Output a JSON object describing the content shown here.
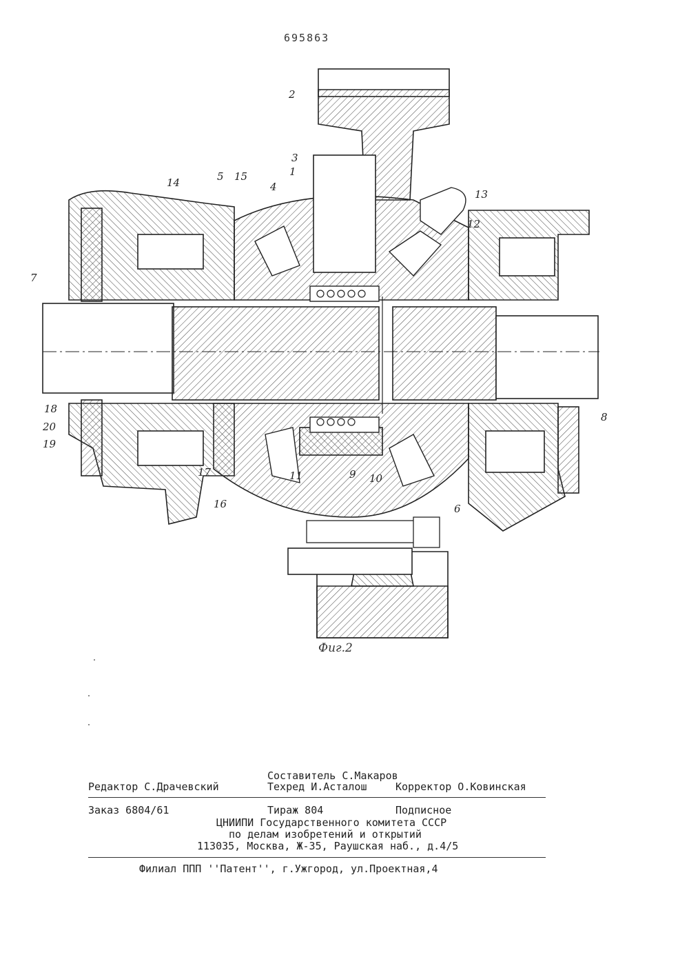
{
  "header": {
    "patent_number": "695863"
  },
  "figure": {
    "caption": "Фиг.2",
    "labels": [
      "1",
      "2",
      "3",
      "4",
      "5",
      "6",
      "7",
      "8",
      "9",
      "10",
      "11",
      "12",
      "13",
      "14",
      "15",
      "16",
      "17",
      "18",
      "19",
      "20"
    ]
  },
  "footer": {
    "compiler": "Составитель С.Макаров",
    "editor": "Редактор С.Драчевский",
    "techred": "Техред И.Асталош",
    "corrector": "Корректор О.Ковинская",
    "order": "Заказ 6804/61",
    "circulation": "Тираж 804",
    "subscription": "Подписное",
    "org_line1": "ЦНИИПИ Государственного комитета СССР",
    "org_line2": "по делам изобретений и открытий",
    "address": "113035, Москва, Ж-35, Раушская наб., д.4/5",
    "branch": "Филиал ППП ''Патент'', г.Ужгород, ул.Проектная,4"
  }
}
